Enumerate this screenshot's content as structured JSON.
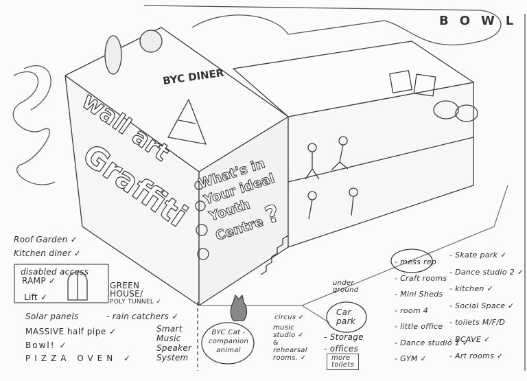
{
  "building": {
    "diner_sign": "BYC DINER",
    "wall_art_line1": "wall art",
    "wall_art_line2": "Graffiti",
    "bowl_sign": "BOWL",
    "question": [
      "What's in",
      "Your ideal",
      "Youth",
      "Centre",
      "?"
    ]
  },
  "left_notes": {
    "roof_garden": "Roof Garden ✓",
    "kitchen": "Kitchen diner ✓",
    "disabled_access": "disabled access",
    "ramp": "RAMP ✓",
    "lift": "Lift ✓",
    "greenhouse": [
      "GREEN",
      "HOUSE/",
      "POLY TUNNEL ✓"
    ],
    "solar": "Solar panels",
    "rain": "- rain catchers ✓",
    "halfpipe": "MASSIVE half pipe ✓",
    "bowl": "Bowl! ✓",
    "pizza": "PIZZA OVEN ✓",
    "speaker": [
      "Smart",
      "Music",
      "Speaker",
      "System"
    ]
  },
  "middle_notes": {
    "cat": [
      "BYC Cat -",
      "companion",
      "animal"
    ],
    "circus": "circus ✓",
    "music": [
      "music",
      "studio ✓",
      "&",
      "rehearsal",
      "rooms. ✓"
    ],
    "underground": [
      "under",
      "ground"
    ],
    "carpark": [
      "Car",
      "park"
    ],
    "storage": "- Storage",
    "offices": "- offices",
    "toilets": [
      "more",
      "toilets"
    ]
  },
  "right_notes": {
    "col1": [
      "- mess rep",
      "- Craft rooms",
      "- Mini Sheds",
      "- room 4",
      "- little office",
      "- Dance studio 1 ✓",
      "- GYM ✓"
    ],
    "col2": [
      "- Skate park ✓",
      "- Dance studio 2 ✓",
      "- kitchen ✓",
      "- Social Space ✓",
      "- toilets M/F/D",
      "- BCAVE ✓",
      "- Art rooms ✓"
    ]
  }
}
